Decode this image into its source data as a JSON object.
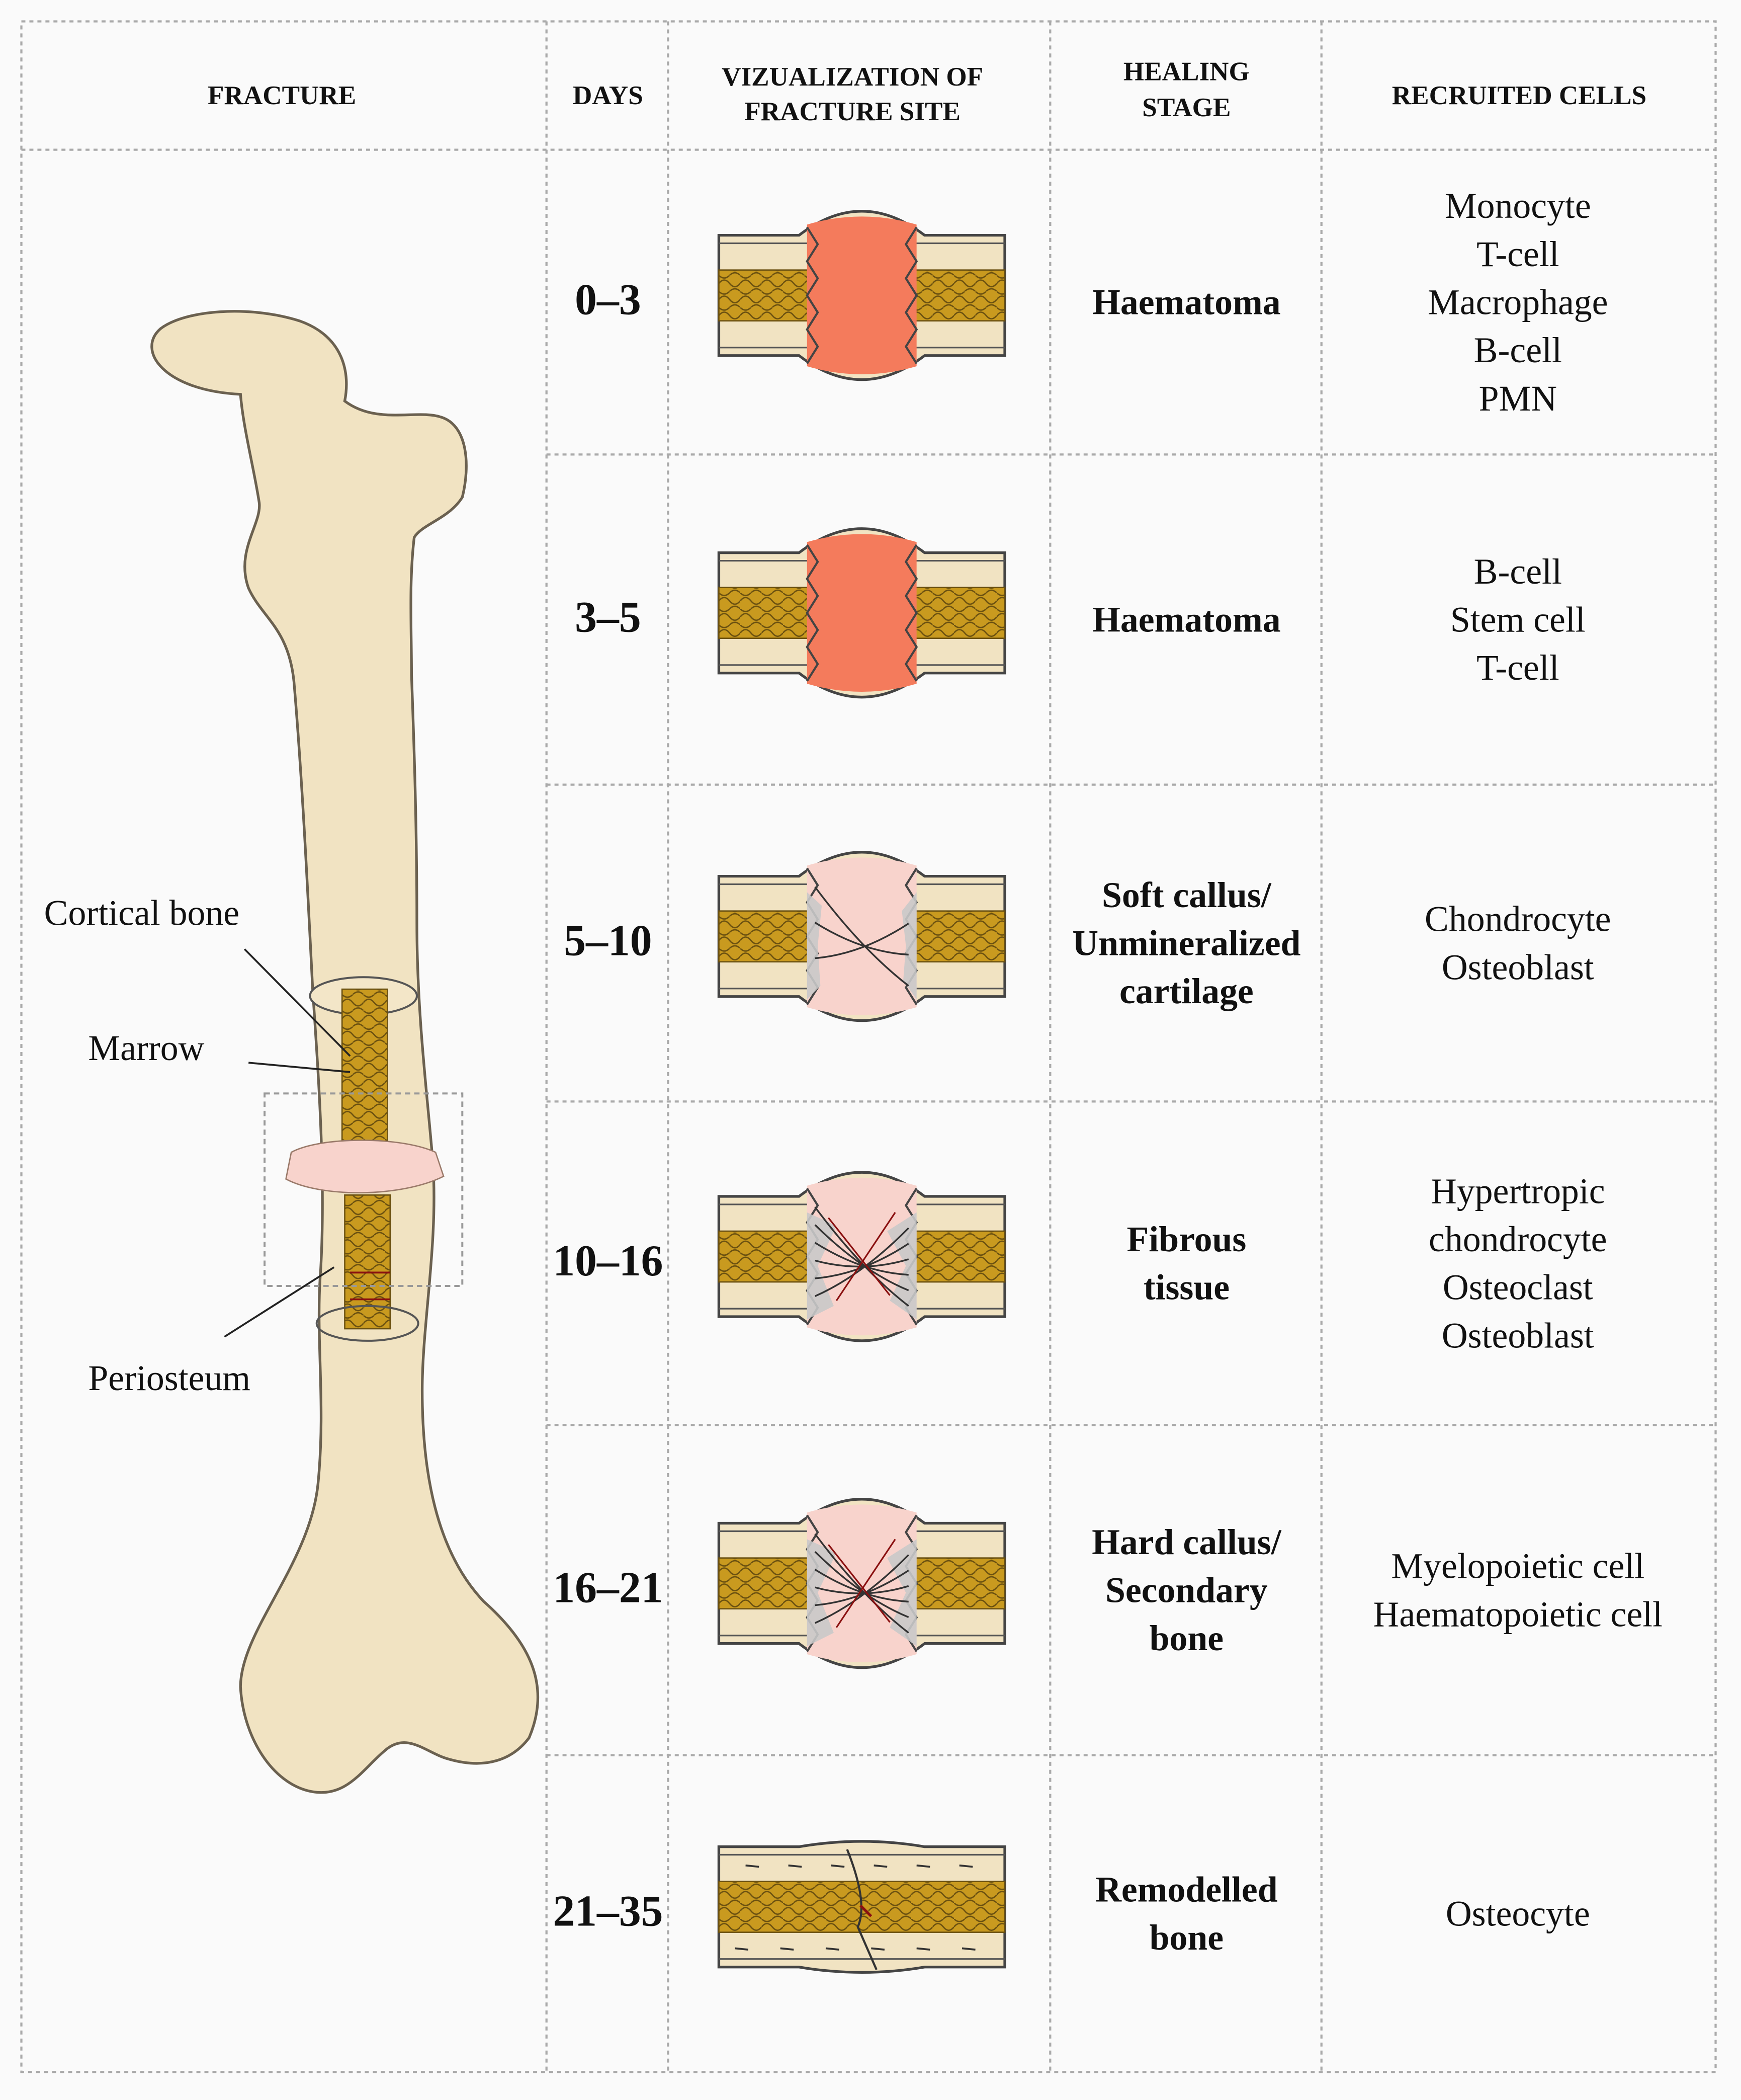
{
  "headers": {
    "fracture": "FRACTURE",
    "days": "DAYS",
    "viz_line1": "VIZUALIZATION OF",
    "viz_line2": "FRACTURE SITE",
    "stage_line1": "HEALING",
    "stage_line2": "STAGE",
    "cells": "RECRUITED CELLS"
  },
  "bone_labels": {
    "cortical": "Cortical bone",
    "marrow": "Marrow",
    "periosteum": "Periosteum"
  },
  "rows": [
    {
      "days": "0–3",
      "stage": [
        "Haematoma"
      ],
      "cells": [
        "Monocyte",
        "T-cell",
        "Macrophage",
        "B-cell",
        "PMN"
      ],
      "variant": "haematoma-a"
    },
    {
      "days": "3–5",
      "stage": [
        "Haematoma"
      ],
      "cells": [
        "B-cell",
        "Stem cell",
        "T-cell"
      ],
      "variant": "haematoma-b"
    },
    {
      "days": "5–10",
      "stage": [
        "Soft callus/",
        "Unmineralized",
        "cartilage"
      ],
      "cells": [
        "Chondrocyte",
        "Osteoblast"
      ],
      "variant": "soft-callus"
    },
    {
      "days": "10–16",
      "stage": [
        "Fibrous",
        "tissue"
      ],
      "cells": [
        "Hypertropic",
        "chondrocyte",
        "Osteoclast",
        "Osteoblast"
      ],
      "variant": "fibrous"
    },
    {
      "days": "16–21",
      "stage": [
        "Hard callus/",
        "Secondary",
        "bone"
      ],
      "cells": [
        "Myelopoietic cell",
        "Haematopoietic cell"
      ],
      "variant": "hard-callus"
    },
    {
      "days": "21–35",
      "stage": [
        "Remodelled",
        "bone"
      ],
      "cells": [
        "Osteocyte"
      ],
      "variant": "remodelled"
    }
  ],
  "colors": {
    "bone": "#f1e3c2",
    "marrow": "#c99a1f",
    "haematoma": "#f47b5c",
    "callus": "#f8d3cc",
    "fibrous": "#c9c9c9",
    "grid": "#aaaaaa"
  }
}
